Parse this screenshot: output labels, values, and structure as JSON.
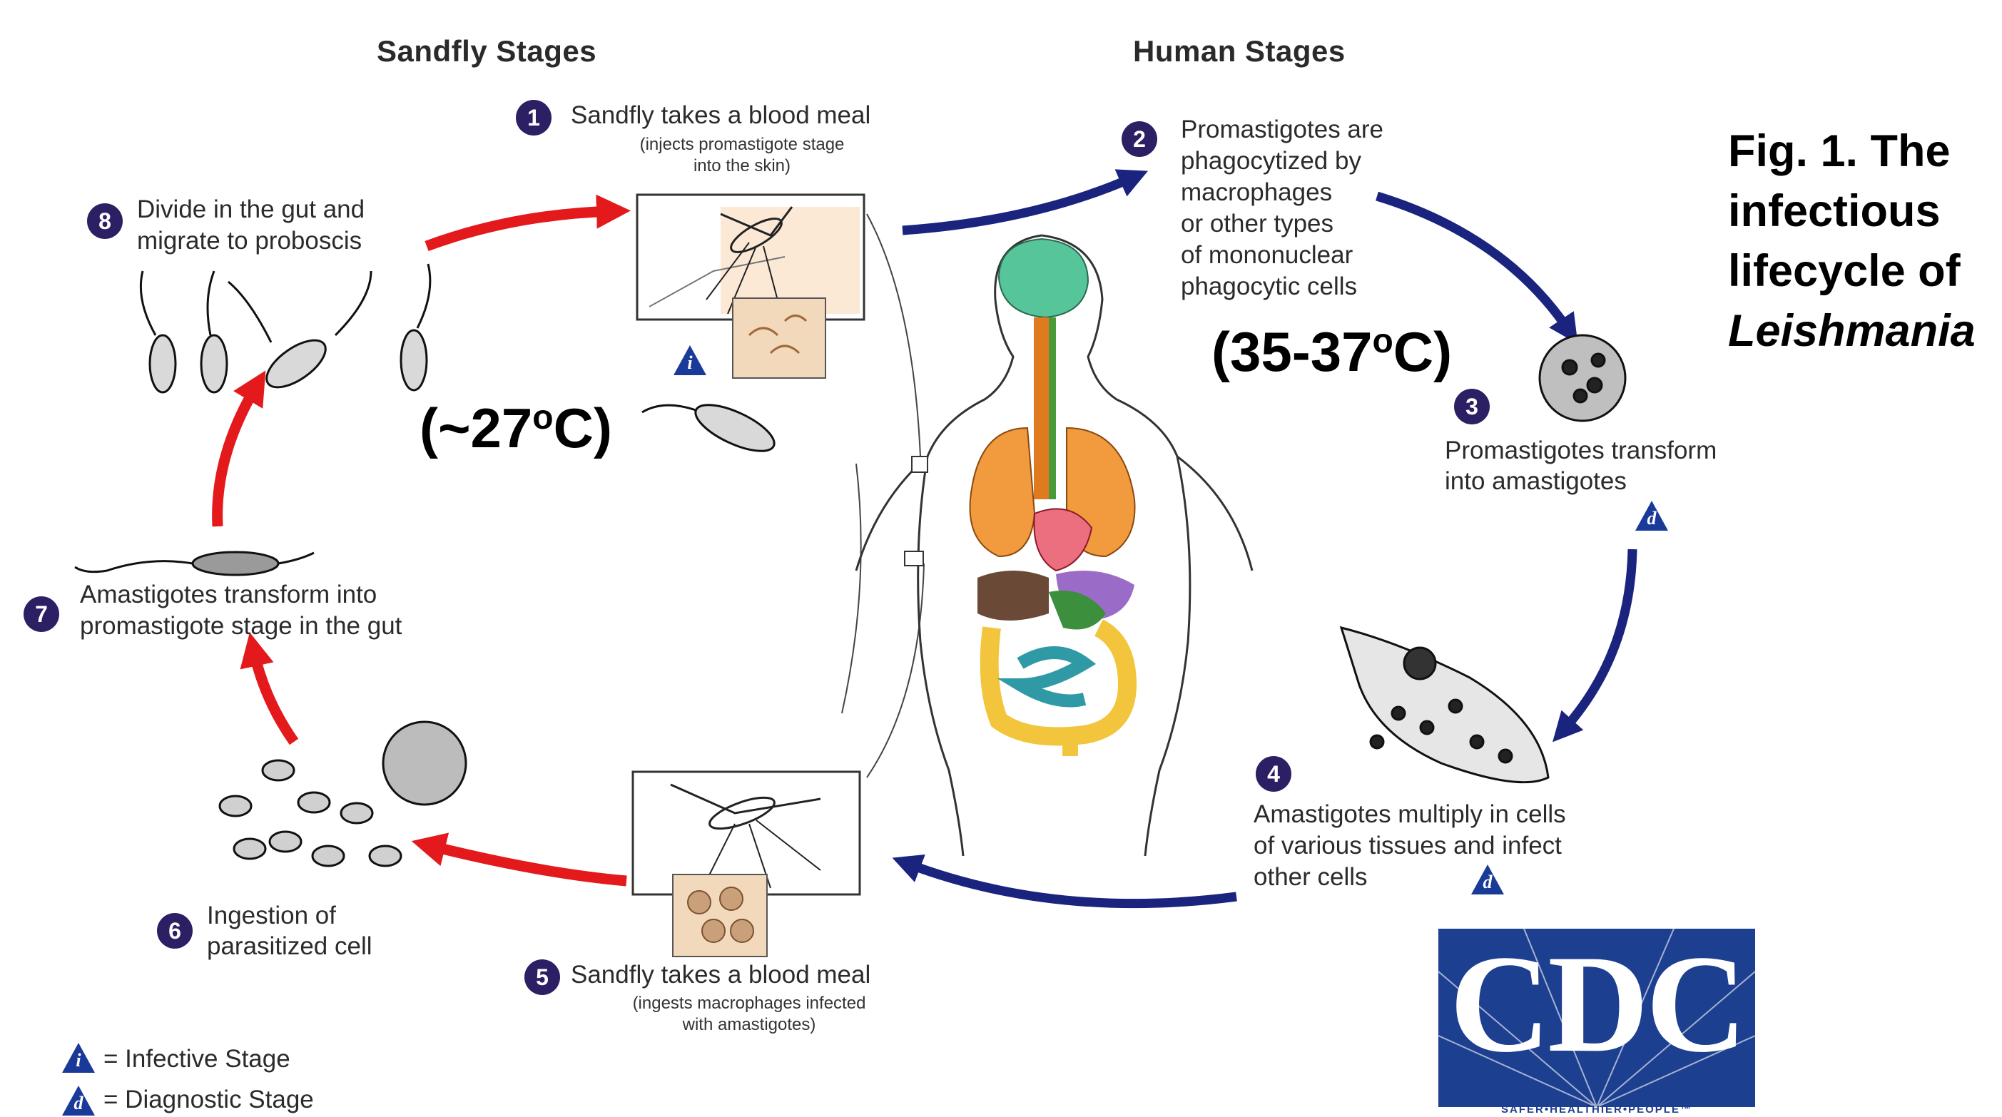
{
  "headers": {
    "sandfly": "Sandfly Stages",
    "human": "Human Stages"
  },
  "steps": {
    "s1": {
      "num": "1",
      "title": "Sandfly takes a blood meal",
      "sub1": "(injects promastigote stage",
      "sub2": "into the skin)"
    },
    "s2": {
      "num": "2",
      "l1": "Promastigotes are",
      "l2": "phagocytized by",
      "l3": "macrophages",
      "l4": "or other types",
      "l5": "of mononuclear",
      "l6": "phagocytic cells"
    },
    "s3": {
      "num": "3",
      "l1": "Promastigotes transform",
      "l2": "into amastigotes"
    },
    "s4": {
      "num": "4",
      "l1": "Amastigotes multiply in cells",
      "l2": "of various tissues and infect",
      "l3": "other cells"
    },
    "s5": {
      "num": "5",
      "title": "Sandfly takes a blood meal",
      "sub1": "(ingests macrophages infected",
      "sub2": "with amastigotes)"
    },
    "s6": {
      "num": "6",
      "l1": "Ingestion of",
      "l2": "parasitized cell"
    },
    "s7": {
      "num": "7",
      "l1": "Amastigotes transform into",
      "l2": "promastigote stage in  the gut"
    },
    "s8": {
      "num": "8",
      "l1": "Divide in the gut and",
      "l2": "migrate to proboscis"
    }
  },
  "temperatures": {
    "sandfly": {
      "value": "(~27",
      "sup": "o",
      "end": "C)"
    },
    "human": {
      "value": "(35-37",
      "sup": "o",
      "end": "C)"
    }
  },
  "figure_caption": {
    "l1": "Fig. 1. The",
    "l2": "infectious",
    "l3": "lifecycle of",
    "l4": "Leishmania"
  },
  "stage_markers": {
    "infective": "i",
    "diagnostic": "d"
  },
  "legend": {
    "infective": "= Infective Stage",
    "diagnostic": "= Diagnostic Stage"
  },
  "logo": {
    "text": "CDC",
    "tagline": "SAFER•HEALTHIER•PEOPLE™"
  },
  "colors": {
    "sandfly_arrow": "#e3191c",
    "human_arrow": "#1a237e",
    "step_badge": "#2d1f63",
    "cdc_blue": "#1d3f8f"
  }
}
